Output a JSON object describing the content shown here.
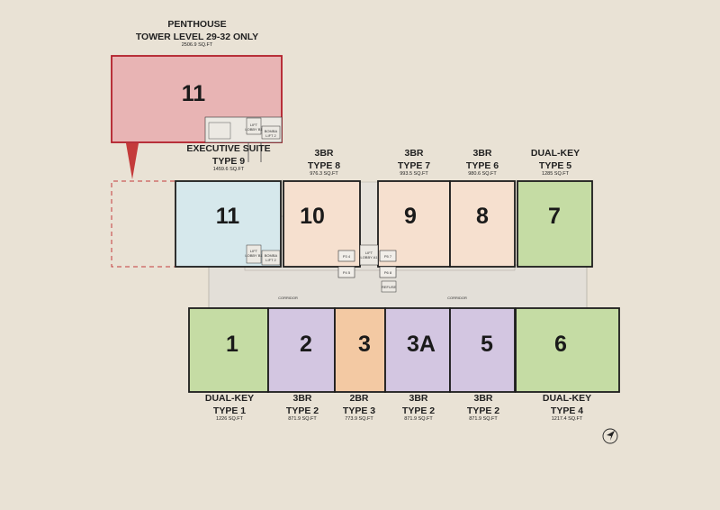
{
  "penthouse": {
    "line1": "PENTHOUSE",
    "line2": "TOWER LEVEL 29-32 ONLY",
    "area": "2506.9 SQ.FT",
    "unit": "11",
    "lift_lobby": "LIFT LOBBY B1",
    "bomba_lift": "BOMBA LIFT 2"
  },
  "upper_units": [
    {
      "id": "11",
      "line1": "EXECUTIVE SUITE",
      "line2": "TYPE 9",
      "area": "1459.6 SQ.FT",
      "color": "#d6e8ec"
    },
    {
      "id": "10",
      "line1": "3BR",
      "line2": "TYPE 8",
      "area": "976.3 SQ.FT",
      "color": "#f6e0cf"
    },
    {
      "id": "9",
      "line1": "3BR",
      "line2": "TYPE 7",
      "area": "993.5 SQ.FT",
      "color": "#f6e0cf"
    },
    {
      "id": "8",
      "line1": "3BR",
      "line2": "TYPE 6",
      "area": "980.6 SQ.FT",
      "color": "#f6e0cf"
    },
    {
      "id": "7",
      "line1": "DUAL-KEY",
      "line2": "TYPE 5",
      "area": "1285 SQ.FT",
      "color": "#c5dca4"
    }
  ],
  "lower_units": [
    {
      "id": "1",
      "line1": "DUAL-KEY",
      "line2": "TYPE 1",
      "area": "1226 SQ.FT",
      "color": "#c5dca4"
    },
    {
      "id": "2",
      "line1": "3BR",
      "line2": "TYPE 2",
      "area": "871.9 SQ.FT",
      "color": "#d3c6e1"
    },
    {
      "id": "3",
      "line1": "2BR",
      "line2": "TYPE 3",
      "area": "773.9 SQ.FT",
      "color": "#f3c9a3"
    },
    {
      "id": "3A",
      "line1": "3BR",
      "line2": "TYPE 2",
      "area": "871.9 SQ.FT",
      "color": "#d3c6e1"
    },
    {
      "id": "5",
      "line1": "3BR",
      "line2": "TYPE 2",
      "area": "871.9 SQ.FT",
      "color": "#d3c6e1"
    },
    {
      "id": "6",
      "line1": "DUAL-KEY",
      "line2": "TYPE 4",
      "area": "1217.4 SQ.FT",
      "color": "#c5dca4"
    }
  ],
  "core": {
    "lift_lobby": "LIFT LOBBY B1",
    "bomba_lift": "BOMBA LIFT 2",
    "lift_lobby_a1": "LIFT LOBBY A1",
    "p3": "P3 4",
    "p4": "P4 5",
    "p5": "P5 7",
    "p6": "P6 8",
    "refuse": "REFUSE",
    "corridor_left": "CORRIDOR",
    "corridor_right": "CORRIDOR"
  },
  "colors": {
    "background": "#e9e2d5",
    "penthouse": "#e8b4b4",
    "penthouse_border": "#b21e2a",
    "wall": "#1c1c1c",
    "common": "#e0dcd4"
  },
  "icons": {
    "north_arrow": "north-arrow-icon"
  }
}
